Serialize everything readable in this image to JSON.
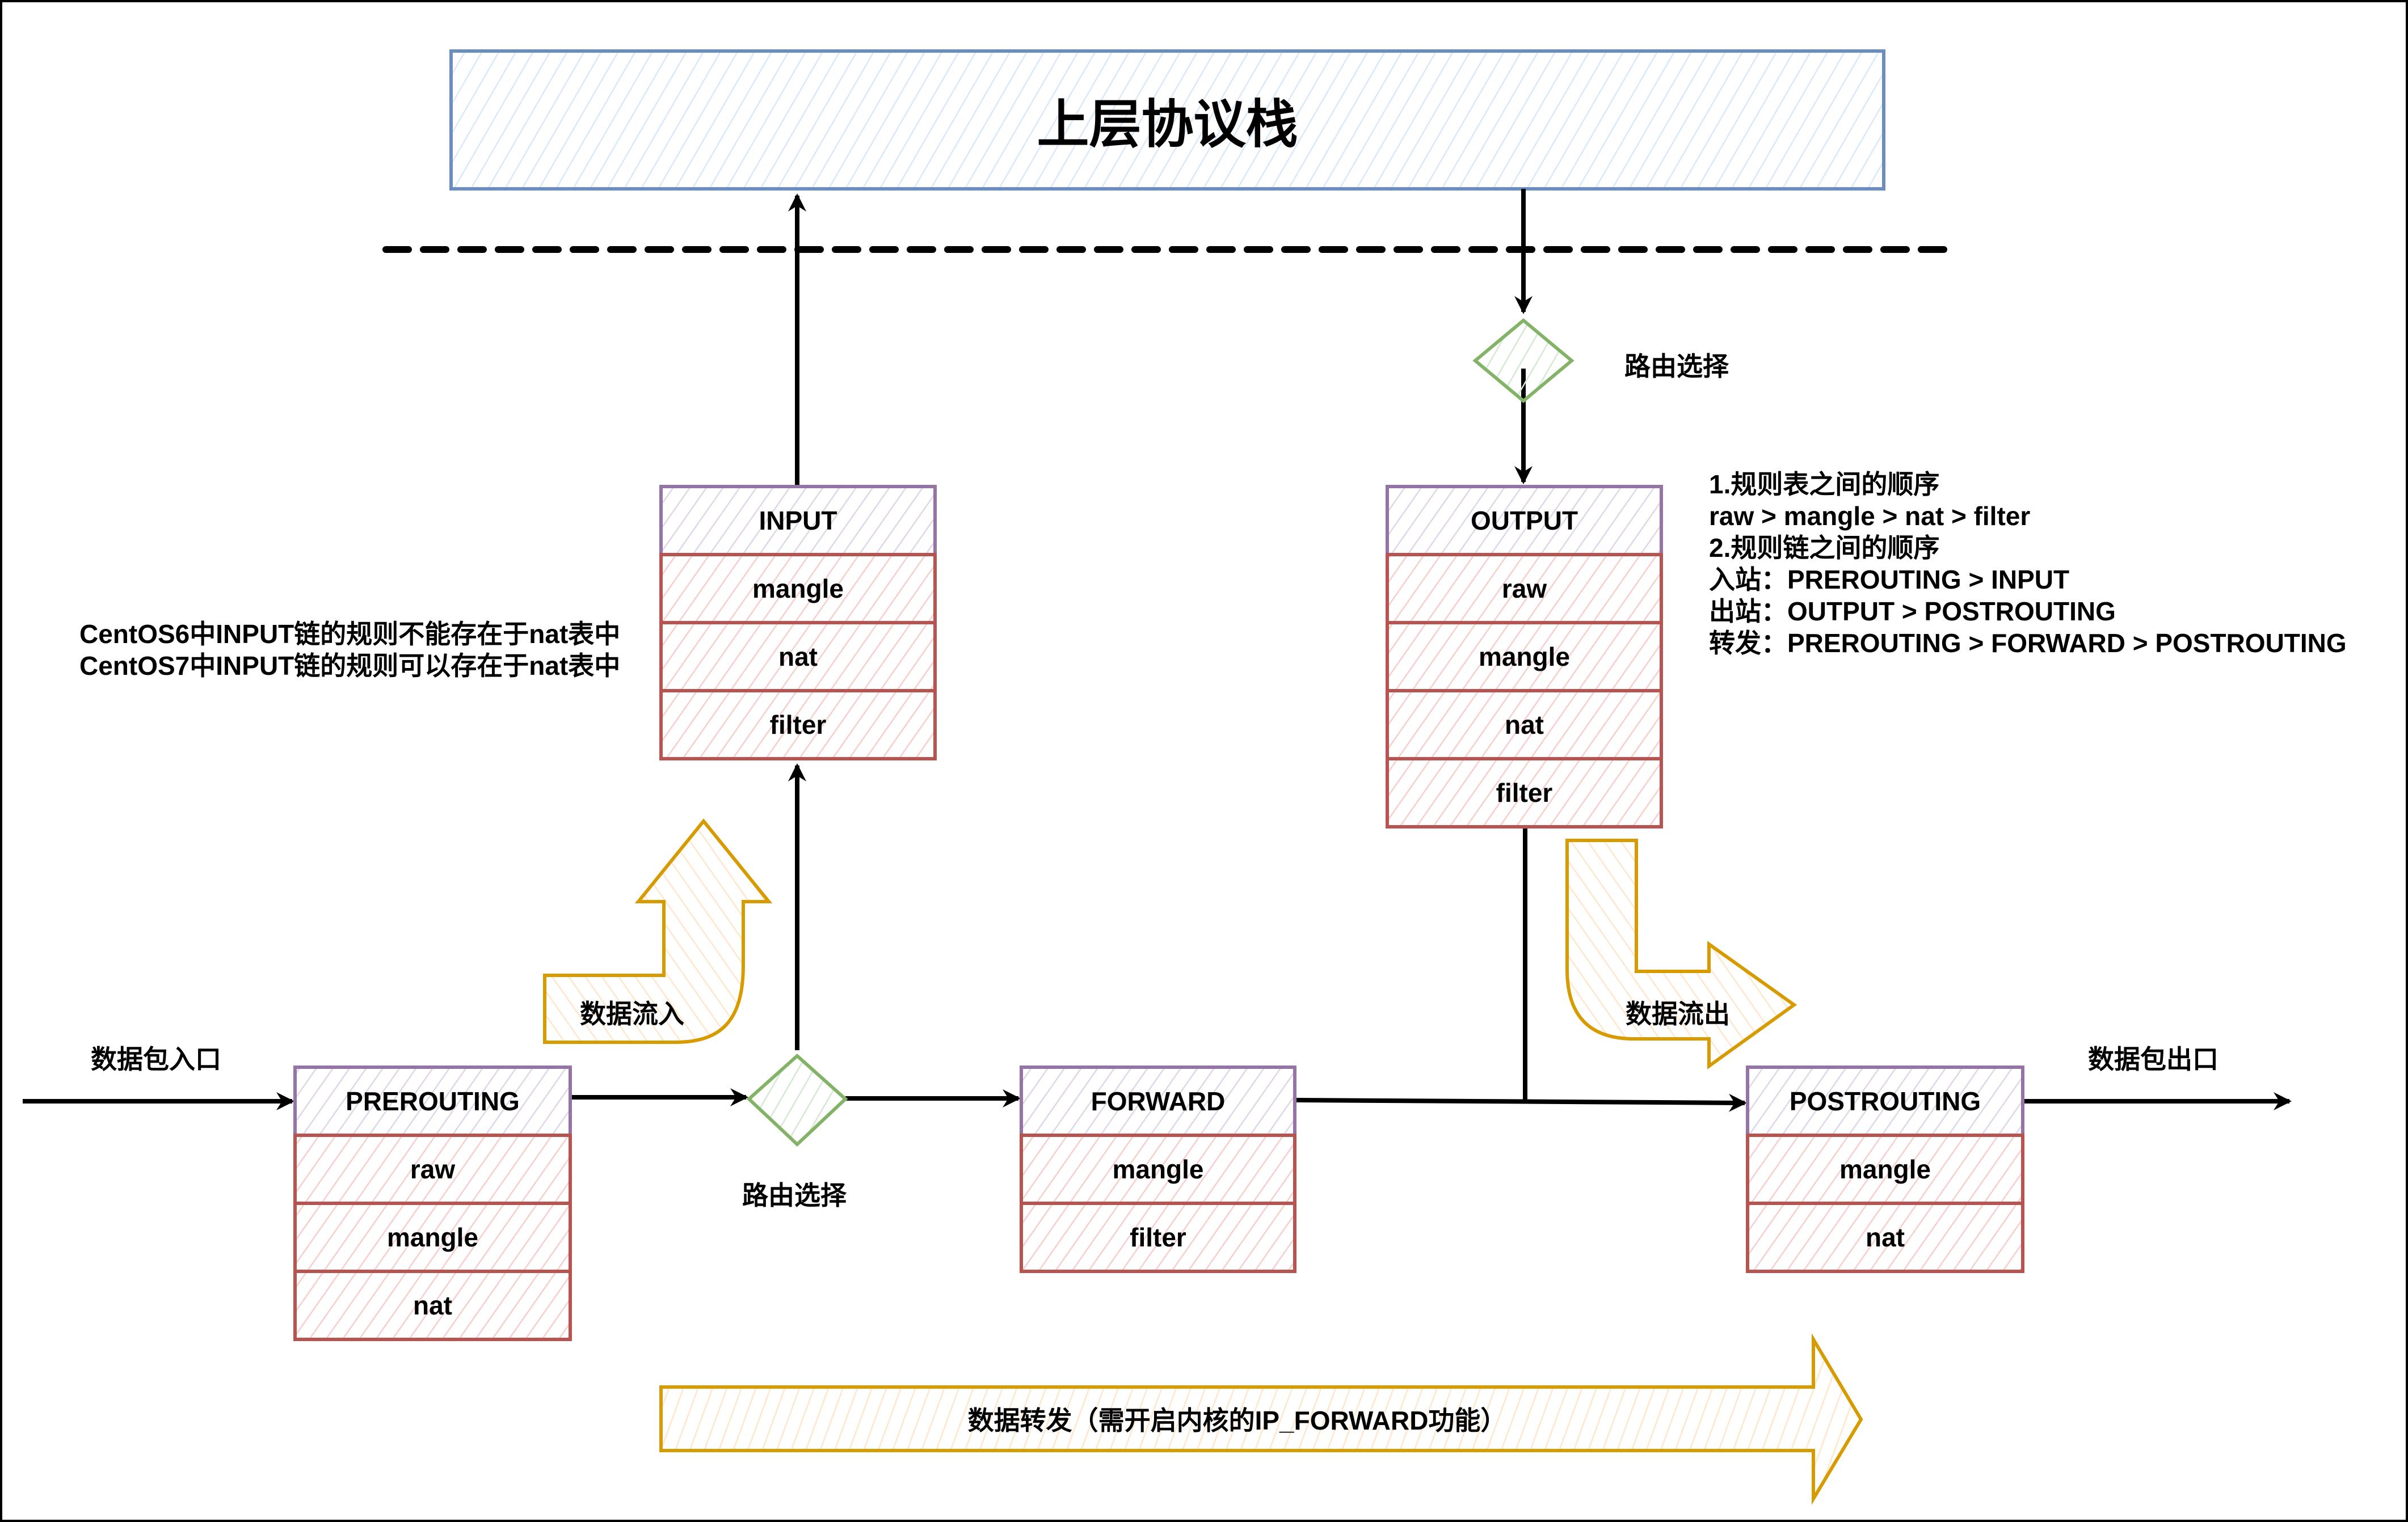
{
  "diagram": {
    "top_box": {
      "label": "上层协议栈"
    },
    "colors": {
      "top_box_stroke": "#6c8ebf",
      "top_box_fill": "#dae8fc",
      "chain_stroke": "#9673a6",
      "chain_fill": "#e1d5e7",
      "table_stroke": "#b85450",
      "table_fill": "#f8cecc",
      "decision_stroke": "#82b366",
      "decision_fill": "#d5e8d4",
      "arrow_stroke": "#d79b00",
      "arrow_fill": "#ffe6cc"
    },
    "chains": {
      "input": {
        "name": "INPUT",
        "tables": [
          "mangle",
          "nat",
          "filter"
        ]
      },
      "output": {
        "name": "OUTPUT",
        "tables": [
          "raw",
          "mangle",
          "nat",
          "filter"
        ]
      },
      "prerouting": {
        "name": "PREROUTING",
        "tables": [
          "raw",
          "mangle",
          "nat"
        ]
      },
      "forward": {
        "name": "FORWARD",
        "tables": [
          "mangle",
          "filter"
        ]
      },
      "postrouting": {
        "name": "POSTROUTING",
        "tables": [
          "mangle",
          "nat"
        ]
      }
    },
    "decisions": {
      "top": {
        "label": "路由选择"
      },
      "bottom": {
        "label": "路由选择"
      }
    },
    "labels": {
      "packet_in": "数据包入口",
      "packet_out": "数据包出口",
      "data_in": "数据流入",
      "data_out": "数据流出",
      "forward_arrow": "数据转发（需开启内核的IP_FORWARD功能）"
    },
    "centos_note": [
      "CentOS6中INPUT链的规则不能存在于nat表中",
      "CentOS7中INPUT链的规则可以存在于nat表中"
    ],
    "order_note": [
      "1.规则表之间的顺序",
      "raw > mangle > nat > filter",
      "2.规则链之间的顺序",
      "入站：PREROUTING > INPUT",
      "出站：OUTPUT > POSTROUTING",
      "转发：PREROUTING > FORWARD > POSTROUTING"
    ]
  }
}
